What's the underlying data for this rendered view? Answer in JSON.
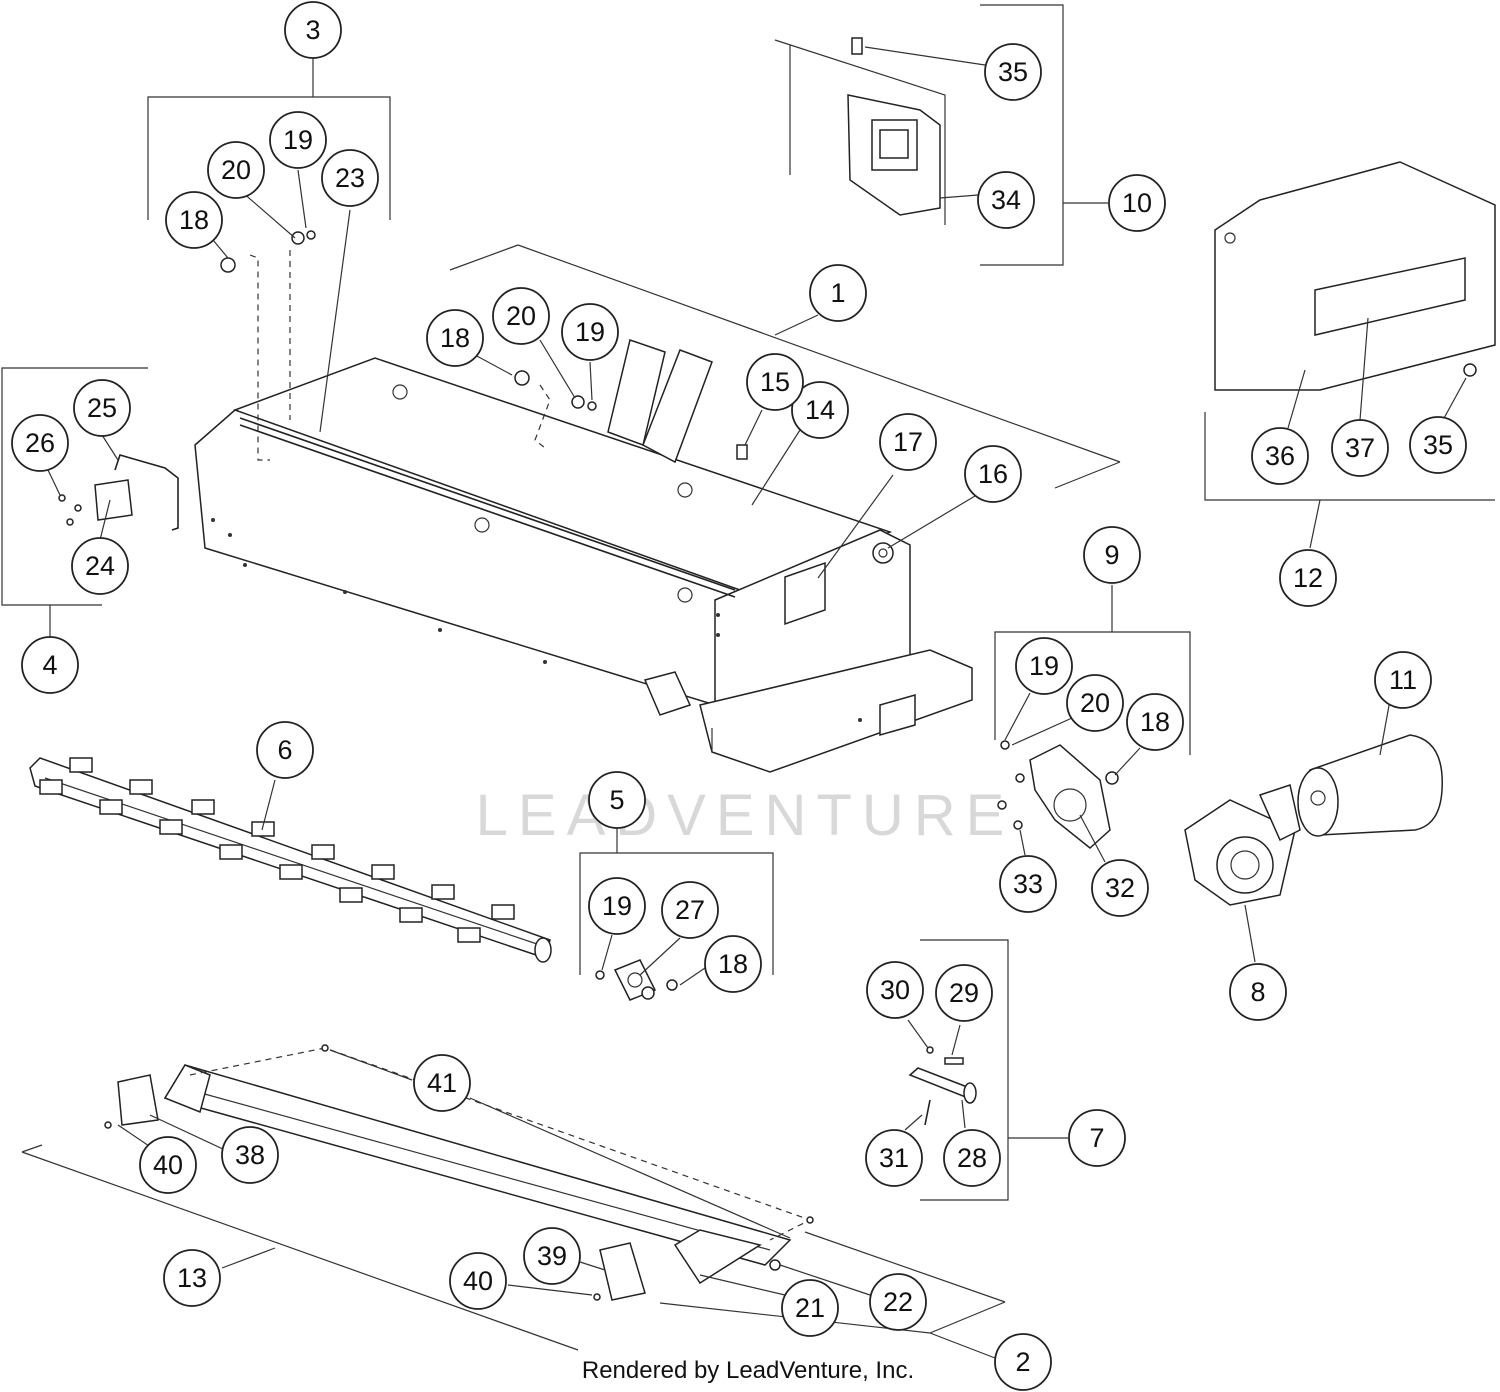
{
  "diagram": {
    "callouts": [
      "1",
      "2",
      "3",
      "4",
      "5",
      "6",
      "7",
      "8",
      "9",
      "10",
      "11",
      "12",
      "13",
      "14",
      "15",
      "16",
      "17",
      "18",
      "19",
      "20",
      "21",
      "22",
      "23",
      "24",
      "25",
      "26",
      "27",
      "28",
      "29",
      "30",
      "31",
      "32",
      "33",
      "34",
      "35",
      "36",
      "37",
      "38",
      "39",
      "40",
      "41"
    ],
    "labels": {
      "c1": "1",
      "c2": "2",
      "c3": "3",
      "c4": "4",
      "c5": "5",
      "c6": "6",
      "c7": "7",
      "c8": "8",
      "c9": "9",
      "c10": "10",
      "c11": "11",
      "c12": "12",
      "c13": "13",
      "c14": "14",
      "c15": "15",
      "c16": "16",
      "c17": "17",
      "c18a": "18",
      "c18b": "18",
      "c18c": "18",
      "c18d": "18",
      "c19a": "19",
      "c19b": "19",
      "c19c": "19",
      "c19d": "19",
      "c20a": "20",
      "c20b": "20",
      "c20c": "20",
      "c21": "21",
      "c22": "22",
      "c23": "23",
      "c24": "24",
      "c25": "25",
      "c26": "26",
      "c27": "27",
      "c28": "28",
      "c29": "29",
      "c30": "30",
      "c31": "31",
      "c32": "32",
      "c33": "33",
      "c34": "34",
      "c35a": "35",
      "c35b": "35",
      "c36": "36",
      "c37": "37",
      "c38": "38",
      "c39": "39",
      "c40a": "40",
      "c40b": "40",
      "c41": "41"
    }
  },
  "watermark": "LEADVENTURE",
  "credit": "Rendered by LeadVenture, Inc."
}
